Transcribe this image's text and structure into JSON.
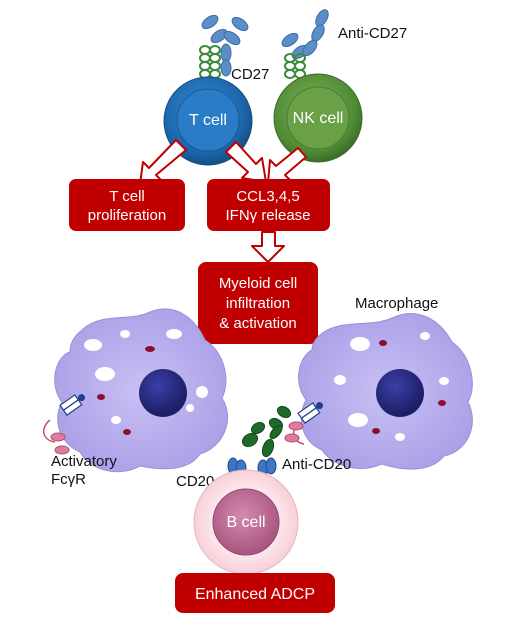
{
  "cells": {
    "t_cell": "T cell",
    "nk_cell": "NK cell",
    "b_cell": "B cell"
  },
  "labels": {
    "anti_cd27": "Anti-CD27",
    "cd27": "CD27",
    "macrophage": "Macrophage",
    "activatory_line1": "Activatory",
    "activatory_line2": "FcγR",
    "cd20": "CD20",
    "anti_cd20": "Anti-CD20"
  },
  "boxes": {
    "t_cell_prolif_line1": "T cell",
    "t_cell_prolif_line2": "proliferation",
    "ccl_line1": "CCL3,4,5",
    "ccl_line2": "IFNγ release",
    "myeloid_line1": "Myeloid cell",
    "myeloid_line2": "infiltration",
    "myeloid_line3": "& activation",
    "adcp": "Enhanced ADCP"
  },
  "colors": {
    "box_fill": "#c00000",
    "box_text": "#ffffff",
    "t_cell": "#1f6cb0",
    "nk_cell": "#5a8f3a",
    "macrophage": "#b4a9e8",
    "nucleus": "#2a2a80",
    "b_cell": "#c0709a",
    "antibody_blue": "#5b8ec9",
    "antibody_green": "#1f6a2a"
  }
}
